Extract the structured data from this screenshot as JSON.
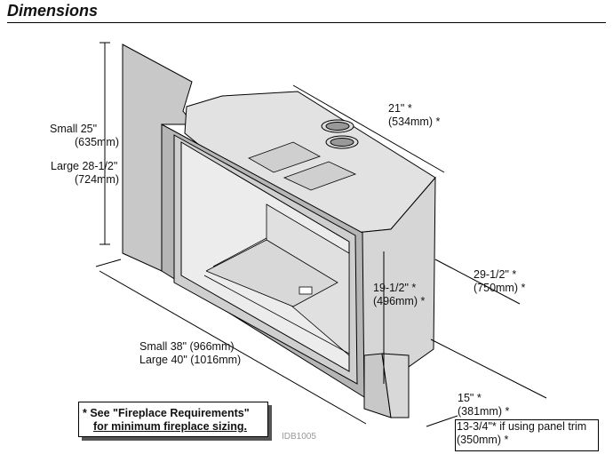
{
  "header": {
    "title": "Dimensions"
  },
  "height": {
    "small_label": "Small 25\"",
    "small_mm": "(635mm)",
    "large_label": "Large 28-1/2\"",
    "large_mm": "(724mm)"
  },
  "width": {
    "small_label": "Small 38\"  (966mm)",
    "large_label": "Large 40\" (1016mm)"
  },
  "top_depth": {
    "inches": "21\"  *",
    "mm": "(534mm) *"
  },
  "side_depth": {
    "inches": "29-1/2\" *",
    "mm": "(750mm) *"
  },
  "opening_height": {
    "inches": "19-1/2\" *",
    "mm": "(496mm) *"
  },
  "rear_depth": {
    "inches": "15\" *",
    "mm": "(381mm) *",
    "trim_line1": "13-3/4\"* if using panel trim",
    "trim_line2": "(350mm) *"
  },
  "note": {
    "line1": "* See \"Fireplace Requirements\"",
    "line2": "for minimum fireplace sizing."
  },
  "drawing_code": "IDB1005",
  "colors": {
    "wall": "#c8c8c8",
    "body": "#e4e4e4",
    "frame": "#b4b4b4",
    "line": "#000000"
  }
}
